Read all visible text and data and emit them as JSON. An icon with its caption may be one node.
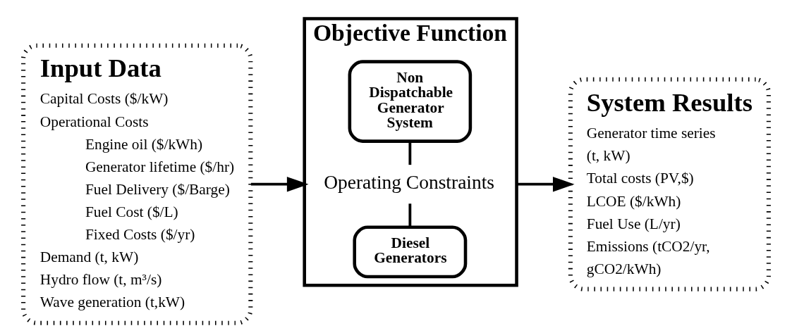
{
  "diagram": {
    "nodes": [
      {
        "text": [
          "Input Data",
          "Capital Costs ($/kW)",
          "Operational Costs",
          "Engine oil ($/kWh)",
          "Generator lifetime ($/hr)",
          "Fuel Delivery ($/Barge)",
          "Fuel Cost ($/L)",
          "Fixed Costs ($/yr)",
          "Demand (t, kW)",
          "Hydro flow (t, m³/s)",
          "Wave generation (t,kW)"
        ]
      },
      {
        "text": [
          "Objective Function"
        ]
      },
      {
        "text": [
          "Diesel Generators"
        ],
        "in": 1
      },
      {
        "text": [
          "Operating Constraints"
        ],
        "in": 1
      },
      {
        "text": [
          "Non Dispatchable Generator System"
        ],
        "in": 1
      },
      {
        "text": [
          "System Results",
          "Generator time series (t, kW)",
          "Total costs (PV,$)",
          "LCOE ($/kWh)",
          "Fuel Use (L/yr)",
          "Emissions (tCO2/yr, gCO2/kWh)"
        ]
      }
    ],
    "edges": [
      {
        "from": 0,
        "to": 1,
        "arrow": "to"
      },
      {
        "from": 2,
        "to": 3,
        "arrow": "none"
      },
      {
        "from": 3,
        "to": 4,
        "arrow": "none"
      },
      {
        "from": 1,
        "to": 5,
        "arrow": "to"
      }
    ]
  }
}
